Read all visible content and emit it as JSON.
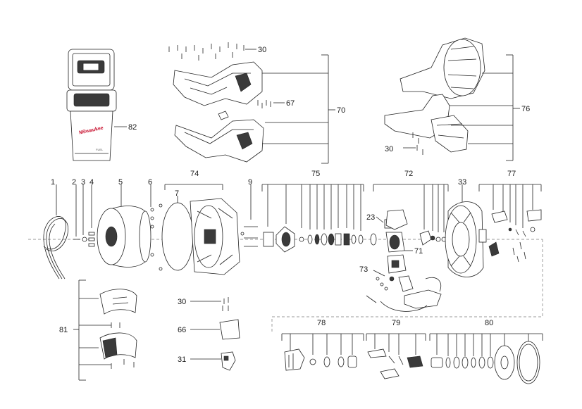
{
  "brand": {
    "case_logo": "Milwaukee",
    "fuel_logo": "FUEL"
  },
  "callouts": {
    "c1": "1",
    "c2": "2",
    "c3": "3",
    "c4": "4",
    "c5": "5",
    "c6": "6",
    "c7": "7",
    "c9": "9",
    "c23": "23",
    "c30a": "30",
    "c30b": "30",
    "c30c": "30",
    "c31": "31",
    "c33": "33",
    "c66": "66",
    "c67": "67",
    "c70": "70",
    "c71": "71",
    "c72": "72",
    "c73": "73",
    "c74": "74",
    "c75": "75",
    "c76": "76",
    "c77": "77",
    "c78": "78",
    "c79": "79",
    "c80": "80",
    "c81": "81",
    "c82": "82"
  }
}
